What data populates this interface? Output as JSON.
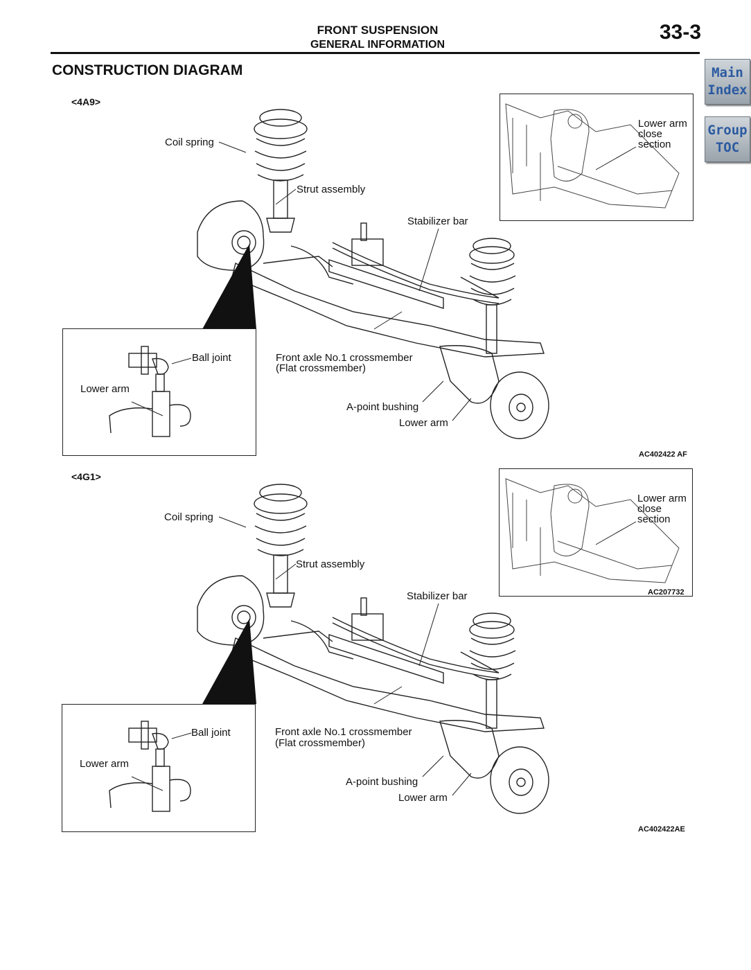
{
  "header": {
    "title": "FRONT SUSPENSION",
    "subtitle": "GENERAL INFORMATION",
    "page_number": "33-3"
  },
  "section_title": "CONSTRUCTION DIAGRAM",
  "nav": {
    "main_index": [
      "Main",
      "Index"
    ],
    "group_toc": [
      "Group",
      "TOC"
    ]
  },
  "diagrams": [
    {
      "variant": "<4A9>",
      "labels": {
        "coil_spring": "Coil spring",
        "strut_assembly": "Strut assembly",
        "stabilizer_bar": "Stabilizer bar",
        "crossmember_1": "Front axle No.1 crossmember",
        "crossmember_2": "(Flat crossmember)",
        "a_point_bushing": "A-point bushing",
        "lower_arm": "Lower arm",
        "ball_joint": "Ball joint",
        "inset_lower_arm": "Lower arm",
        "close_1": "Lower arm",
        "close_2": "close",
        "close_3": "section"
      },
      "close_code": "",
      "figure_code": "AC402422 AF"
    },
    {
      "variant": "<4G1>",
      "labels": {
        "coil_spring": "Coil spring",
        "strut_assembly": "Strut assembly",
        "stabilizer_bar": "Stabilizer bar",
        "crossmember_1": "Front axle No.1 crossmember",
        "crossmember_2": "(Flat crossmember)",
        "a_point_bushing": "A-point bushing",
        "lower_arm": "Lower arm",
        "ball_joint": "Ball joint",
        "inset_lower_arm": "Lower arm",
        "close_1": "Lower arm",
        "close_2": "close",
        "close_3": "section"
      },
      "close_code": "AC207732",
      "figure_code": "AC402422AE"
    }
  ]
}
